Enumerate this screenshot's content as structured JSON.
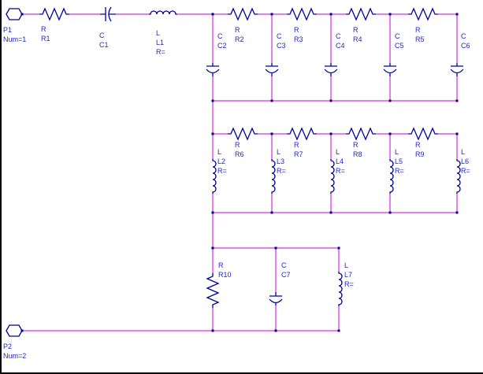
{
  "schematic": {
    "ports": {
      "P1": {
        "label": "P1",
        "num": "Num=1"
      },
      "P2": {
        "label": "P2",
        "num": "Num=2"
      }
    },
    "components": {
      "R1": {
        "type": "R",
        "id": "R1"
      },
      "C1": {
        "type": "C",
        "id": "C1"
      },
      "L1": {
        "type": "L",
        "id": "L1",
        "param": "R="
      },
      "R2": {
        "type": "R",
        "id": "R2"
      },
      "R3": {
        "type": "R",
        "id": "R3"
      },
      "R4": {
        "type": "R",
        "id": "R4"
      },
      "R5": {
        "type": "R",
        "id": "R5"
      },
      "C2": {
        "type": "C",
        "id": "C2"
      },
      "C3": {
        "type": "C",
        "id": "C3"
      },
      "C4": {
        "type": "C",
        "id": "C4"
      },
      "C5": {
        "type": "C",
        "id": "C5"
      },
      "C6": {
        "type": "C",
        "id": "C6"
      },
      "R6": {
        "type": "R",
        "id": "R6"
      },
      "R7": {
        "type": "R",
        "id": "R7"
      },
      "R8": {
        "type": "R",
        "id": "R8"
      },
      "R9": {
        "type": "R",
        "id": "R9"
      },
      "L2": {
        "type": "L",
        "id": "L2",
        "param": "R="
      },
      "L3": {
        "type": "L",
        "id": "L3",
        "param": "R="
      },
      "L4": {
        "type": "L",
        "id": "L4",
        "param": "R="
      },
      "L5": {
        "type": "L",
        "id": "L5",
        "param": "R="
      },
      "L6": {
        "type": "L",
        "id": "L6",
        "param": "R="
      },
      "R10": {
        "type": "R",
        "id": "R10"
      },
      "C7": {
        "type": "C",
        "id": "C7"
      },
      "L7": {
        "type": "L",
        "id": "L7",
        "param": "R="
      }
    },
    "colors": {
      "wire": "#CC00CC",
      "symbol": "#000096",
      "label": "#2323CC",
      "junction": "#000096",
      "background": "#FFFFFF",
      "border": "#000000"
    }
  }
}
